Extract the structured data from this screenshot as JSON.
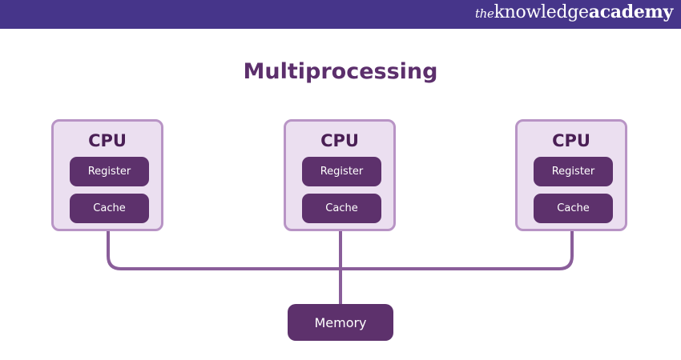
{
  "header": {
    "brand_prefix": "the",
    "brand_knowledge": "knowledge",
    "brand_academy": "academy",
    "color": "#46358a"
  },
  "title": "Multiprocessing",
  "cpus": [
    {
      "label": "CPU",
      "register": "Register",
      "cache": "Cache"
    },
    {
      "label": "CPU",
      "register": "Register",
      "cache": "Cache"
    },
    {
      "label": "CPU",
      "register": "Register",
      "cache": "Cache"
    }
  ],
  "memory": "Memory",
  "colors": {
    "title": "#5c2f6c",
    "cpu_fill": "#ebdff0",
    "cpu_border": "#b894c5",
    "block_fill": "#5d316c",
    "wire": "#8a5e9a"
  }
}
